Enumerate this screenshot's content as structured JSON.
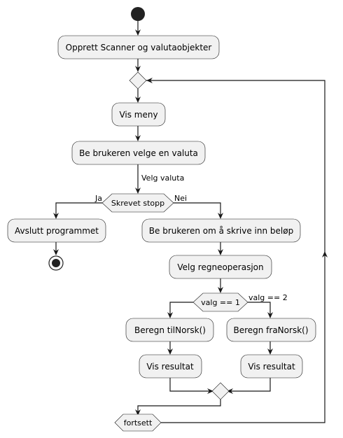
{
  "activities": {
    "create_scanner": "Opprett Scanner og valutaobjekter",
    "show_menu": "Vis meny",
    "ask_currency": "Be brukeren velge en valuta",
    "exit_program": "Avslutt programmet",
    "ask_amount": "Be brukeren om å skrive inn beløp",
    "choose_operation": "Velg regneoperasjon",
    "calc_to_norsk": "Beregn tilNorsk()",
    "calc_from_norsk": "Beregn fraNorsk()",
    "show_result_left": "Vis resultat",
    "show_result_right": "Vis resultat"
  },
  "decisions": {
    "stop_check": "Skrevet stopp",
    "choice_check": "valg == 1",
    "continue_check": "fortsett"
  },
  "edge_labels": {
    "select_currency": "Velg valuta",
    "yes": "Ja",
    "no": "Nei",
    "choice_two": "valg == 2"
  }
}
